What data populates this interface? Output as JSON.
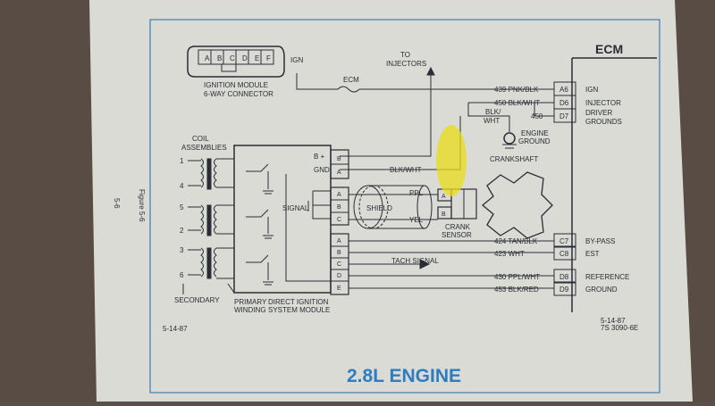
{
  "connector": {
    "pins": [
      "A",
      "B",
      "C",
      "D",
      "E",
      "F"
    ],
    "title_line1": "IGNITION MODULE",
    "title_line2": "6-WAY CONNECTOR"
  },
  "labels": {
    "ign_top": "IGN",
    "ecm_fuse": "ECM",
    "to_injectors_1": "TO",
    "to_injectors_2": "INJECTORS",
    "ecm_title": "ECM",
    "blk_wht_1": "BLK/",
    "blk_wht_2": "WHT",
    "wire_450": "450",
    "engine_ground_1": "ENGINE",
    "engine_ground_2": "GROUND",
    "crankshaft": "CRANKSHAFT",
    "coil_assemblies_1": "COIL",
    "coil_assemblies_2": "ASSEMBLIES",
    "b_plus": "B +",
    "gnd": "GND",
    "blk_wht_main": "BLK/WHT",
    "signal": "SIGNAL",
    "shield": "SHIELD",
    "ppl": "PPL",
    "yel": "YEL",
    "crank_sensor_1": "CRANK",
    "crank_sensor_2": "SENSOR",
    "tach_signal": "TACH SIGNAL",
    "secondary": "SECONDARY",
    "primary_winding_1": "PRIMARY",
    "primary_winding_2": "WINDING",
    "dis_module_1": "DIRECT IGNITION",
    "dis_module_2": "SYSTEM MODULE",
    "date_left": "5-14-87",
    "date_right": "5-14-87",
    "part_no": "7S 3090-6E",
    "engine_title": "2.8L ENGINE",
    "figure": "Figure 5-6",
    "page": "5-6"
  },
  "coil_numbers": [
    "1",
    "4",
    "5",
    "2",
    "3",
    "6"
  ],
  "module_pins": {
    "top": [
      "B",
      "A"
    ],
    "mid": [
      "A",
      "B",
      "C"
    ],
    "bottom": [
      "A",
      "B",
      "C",
      "D",
      "E"
    ]
  },
  "crank_pins": [
    "A",
    "B"
  ],
  "ecm_wires": [
    {
      "wire": "439 PNK/BLK",
      "pin": "A6",
      "func": "IGN"
    },
    {
      "wire": "450 BLK/WHT",
      "pin": "D6",
      "func": "INJECTOR"
    },
    {
      "wire": "",
      "pin": "D7",
      "func": "DRIVER"
    },
    {
      "wire": "",
      "pin": "",
      "func": "GROUNDS"
    },
    {
      "wire": "424 TAN/BLK",
      "pin": "C7",
      "func": "BY-PASS"
    },
    {
      "wire": "423 WHT",
      "pin": "C8",
      "func": "EST"
    },
    {
      "wire": "430 PPL/WHT",
      "pin": "D8",
      "func": "REFERENCE"
    },
    {
      "wire": "453 BLK/RED",
      "pin": "D9",
      "func": "GROUND"
    }
  ],
  "colors": {
    "paper": "#d9dbd4",
    "ink": "#2a2d36",
    "title_blue": "#2f7cc0",
    "highlight": "#e8dc1a"
  }
}
